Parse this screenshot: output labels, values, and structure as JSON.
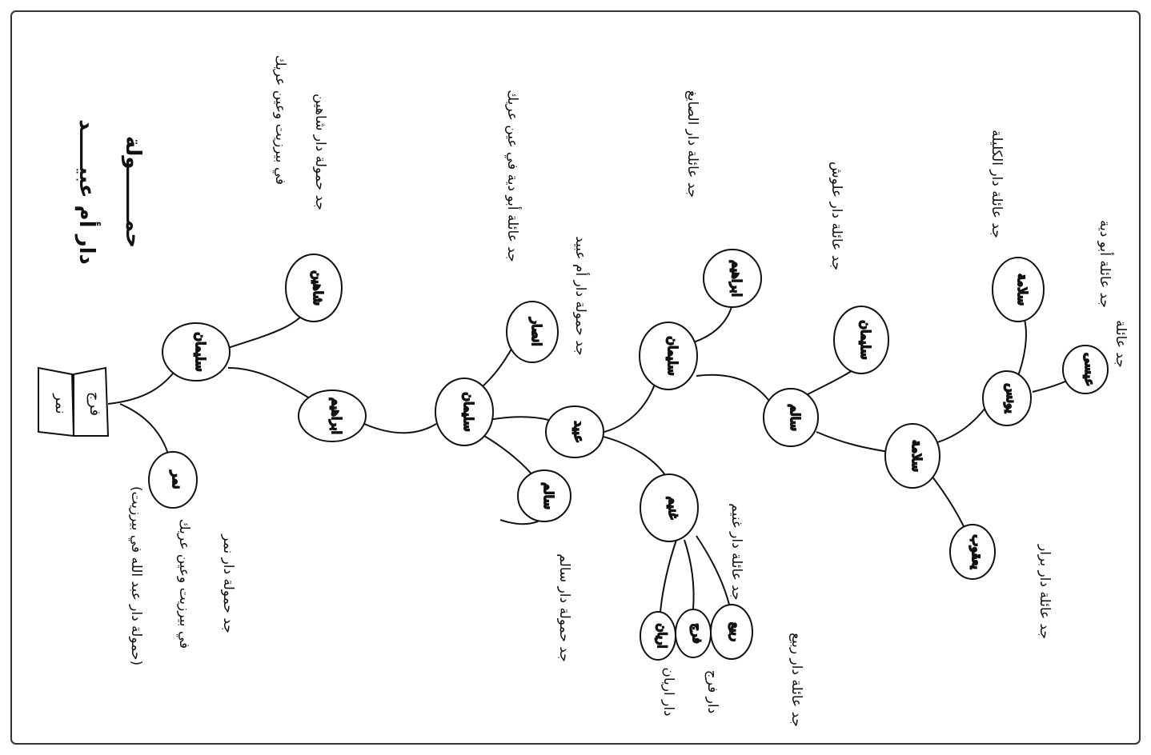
{
  "nodes": {
    "root_top": "فرج",
    "root_bottom": "نمر",
    "suleiman1": "سليمان",
    "shahin": "شاهين",
    "ibrahim1": "ابراهيم",
    "suleiman2": "سليمان",
    "ansar": "انصار",
    "salem1": "سالم",
    "obeid": "عبيد",
    "ghunaim": "غنيم",
    "rabie": "ربيع",
    "faraj": "فرج",
    "arayan": "اريان",
    "suleiman3": "سليمان",
    "ibrahim2": "ابراهيم",
    "salem2": "سالم",
    "suleiman4": "سليمان",
    "salama1": "سلامة",
    "younis": "يونس",
    "salama2": "سلامة",
    "issa": "عيسى",
    "yacoub": "يعقوب",
    "nimr": "نمر"
  },
  "labels": {
    "title_line1": "حمـــــــولة",
    "title_line2": "دار أم عبيـــــد",
    "shahin_line1": "جد حمولة دار شاهين",
    "shahin_line2": "في بيرزيت وعين عريك",
    "ansar_line1": "جد عائلة أبو دية في عين عريك",
    "obeid_line1": "جد حمولة دار أم عبيد",
    "ibrahim2_label": "جد عائلة دار الصايغ",
    "suleiman4_label": "جد عائلة دار علوش",
    "salama1_label": "جد عائلة دار الكليلة",
    "salama2_label": "جد عائلة أبو دية",
    "issa_label": "جد عائلة",
    "yacoub_label": "جد عائلة دار برار",
    "ghunaim_label": "جد عائلة دار غنيم",
    "salem1_label": "جد حمولة دار سالم",
    "rabie_label": "جد عائلة دار ربيع",
    "faraj_label": "دار فرج",
    "arayan_label": "دار اريان",
    "nimr_line1": "جد حمولة دار نمر",
    "nimr_line2": "في بيرزيت وعين عريك",
    "nimr_line3": "(حمولة دار عبد الله في بيرزيت)"
  }
}
